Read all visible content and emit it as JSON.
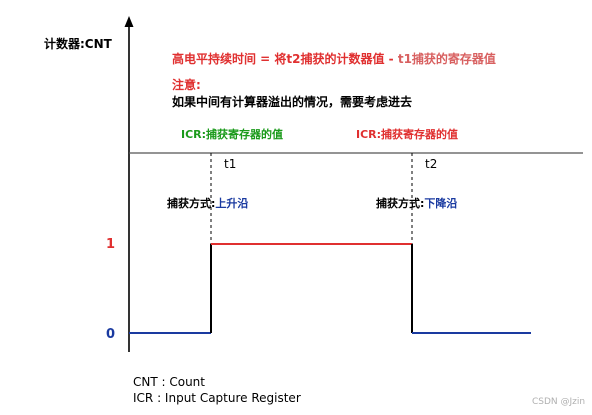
{
  "axis": {
    "y_label": "计数器:CNT"
  },
  "formula": {
    "part1": "高电平持续时间 = 将t2捕获的计数器值 - ",
    "part2": " t1捕获的寄存器值"
  },
  "note": {
    "title": "注意:",
    "text": "如果中间有计算器溢出的情况，需要考虑进去"
  },
  "icr_labels": {
    "first": "ICR:捕获寄存器的值",
    "second": "ICR:捕获寄存器的值"
  },
  "time_marks": {
    "t1": "t1",
    "t2": "t2"
  },
  "capture": {
    "first_prefix": "捕获方式:",
    "first_edge": "上升沿",
    "second_prefix": "捕获方式:",
    "second_edge": "下降沿"
  },
  "levels": {
    "high": "1",
    "low": "0"
  },
  "legend": {
    "cnt": "CNT : Count",
    "icr": "ICR : Input Capture  Register"
  },
  "watermark": "CSDN @Jzin",
  "colors": {
    "high_level": "#e03030",
    "low_level": "#1a3aa0",
    "icr_first": "#1a9a1a",
    "icr_second": "#e03030"
  }
}
